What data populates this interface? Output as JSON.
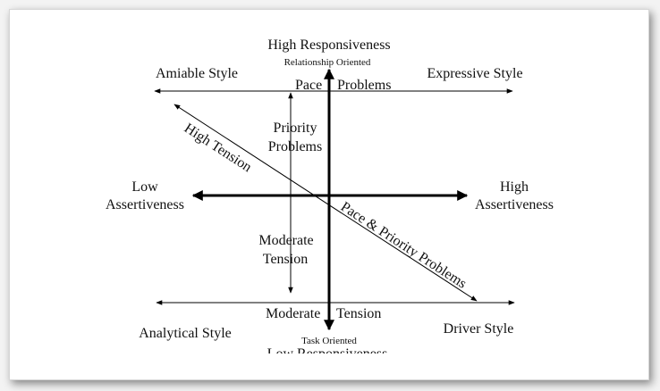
{
  "diagram": {
    "top_axis_label": "High Responsiveness",
    "top_axis_sub": "Relationship Oriented",
    "bottom_axis_sub": "Task Oriented",
    "bottom_axis_label": "Low Responsiveness",
    "left_axis_label_1": "Low",
    "left_axis_label_2": "Assertiveness",
    "right_axis_label_1": "High",
    "right_axis_label_2": "Assertiveness",
    "quadrants": {
      "top_left": "Amiable Style",
      "top_right": "Expressive Style",
      "bottom_left": "Analytical Style",
      "bottom_right": "Driver Style"
    },
    "pace_problems_1": "Pace",
    "pace_problems_2": "Problems",
    "priority_problems_1": "Priority",
    "priority_problems_2": "Problems",
    "moderate_tension_1": "Moderate",
    "moderate_tension_2": "Tension",
    "moderate_tension_bottom_1": "Moderate",
    "moderate_tension_bottom_2": "Tension",
    "high_tension": "High Tension",
    "pace_priority_problems": "Pace & Priority Problems",
    "line_color": "#000000",
    "background_color": "#ffffff"
  }
}
